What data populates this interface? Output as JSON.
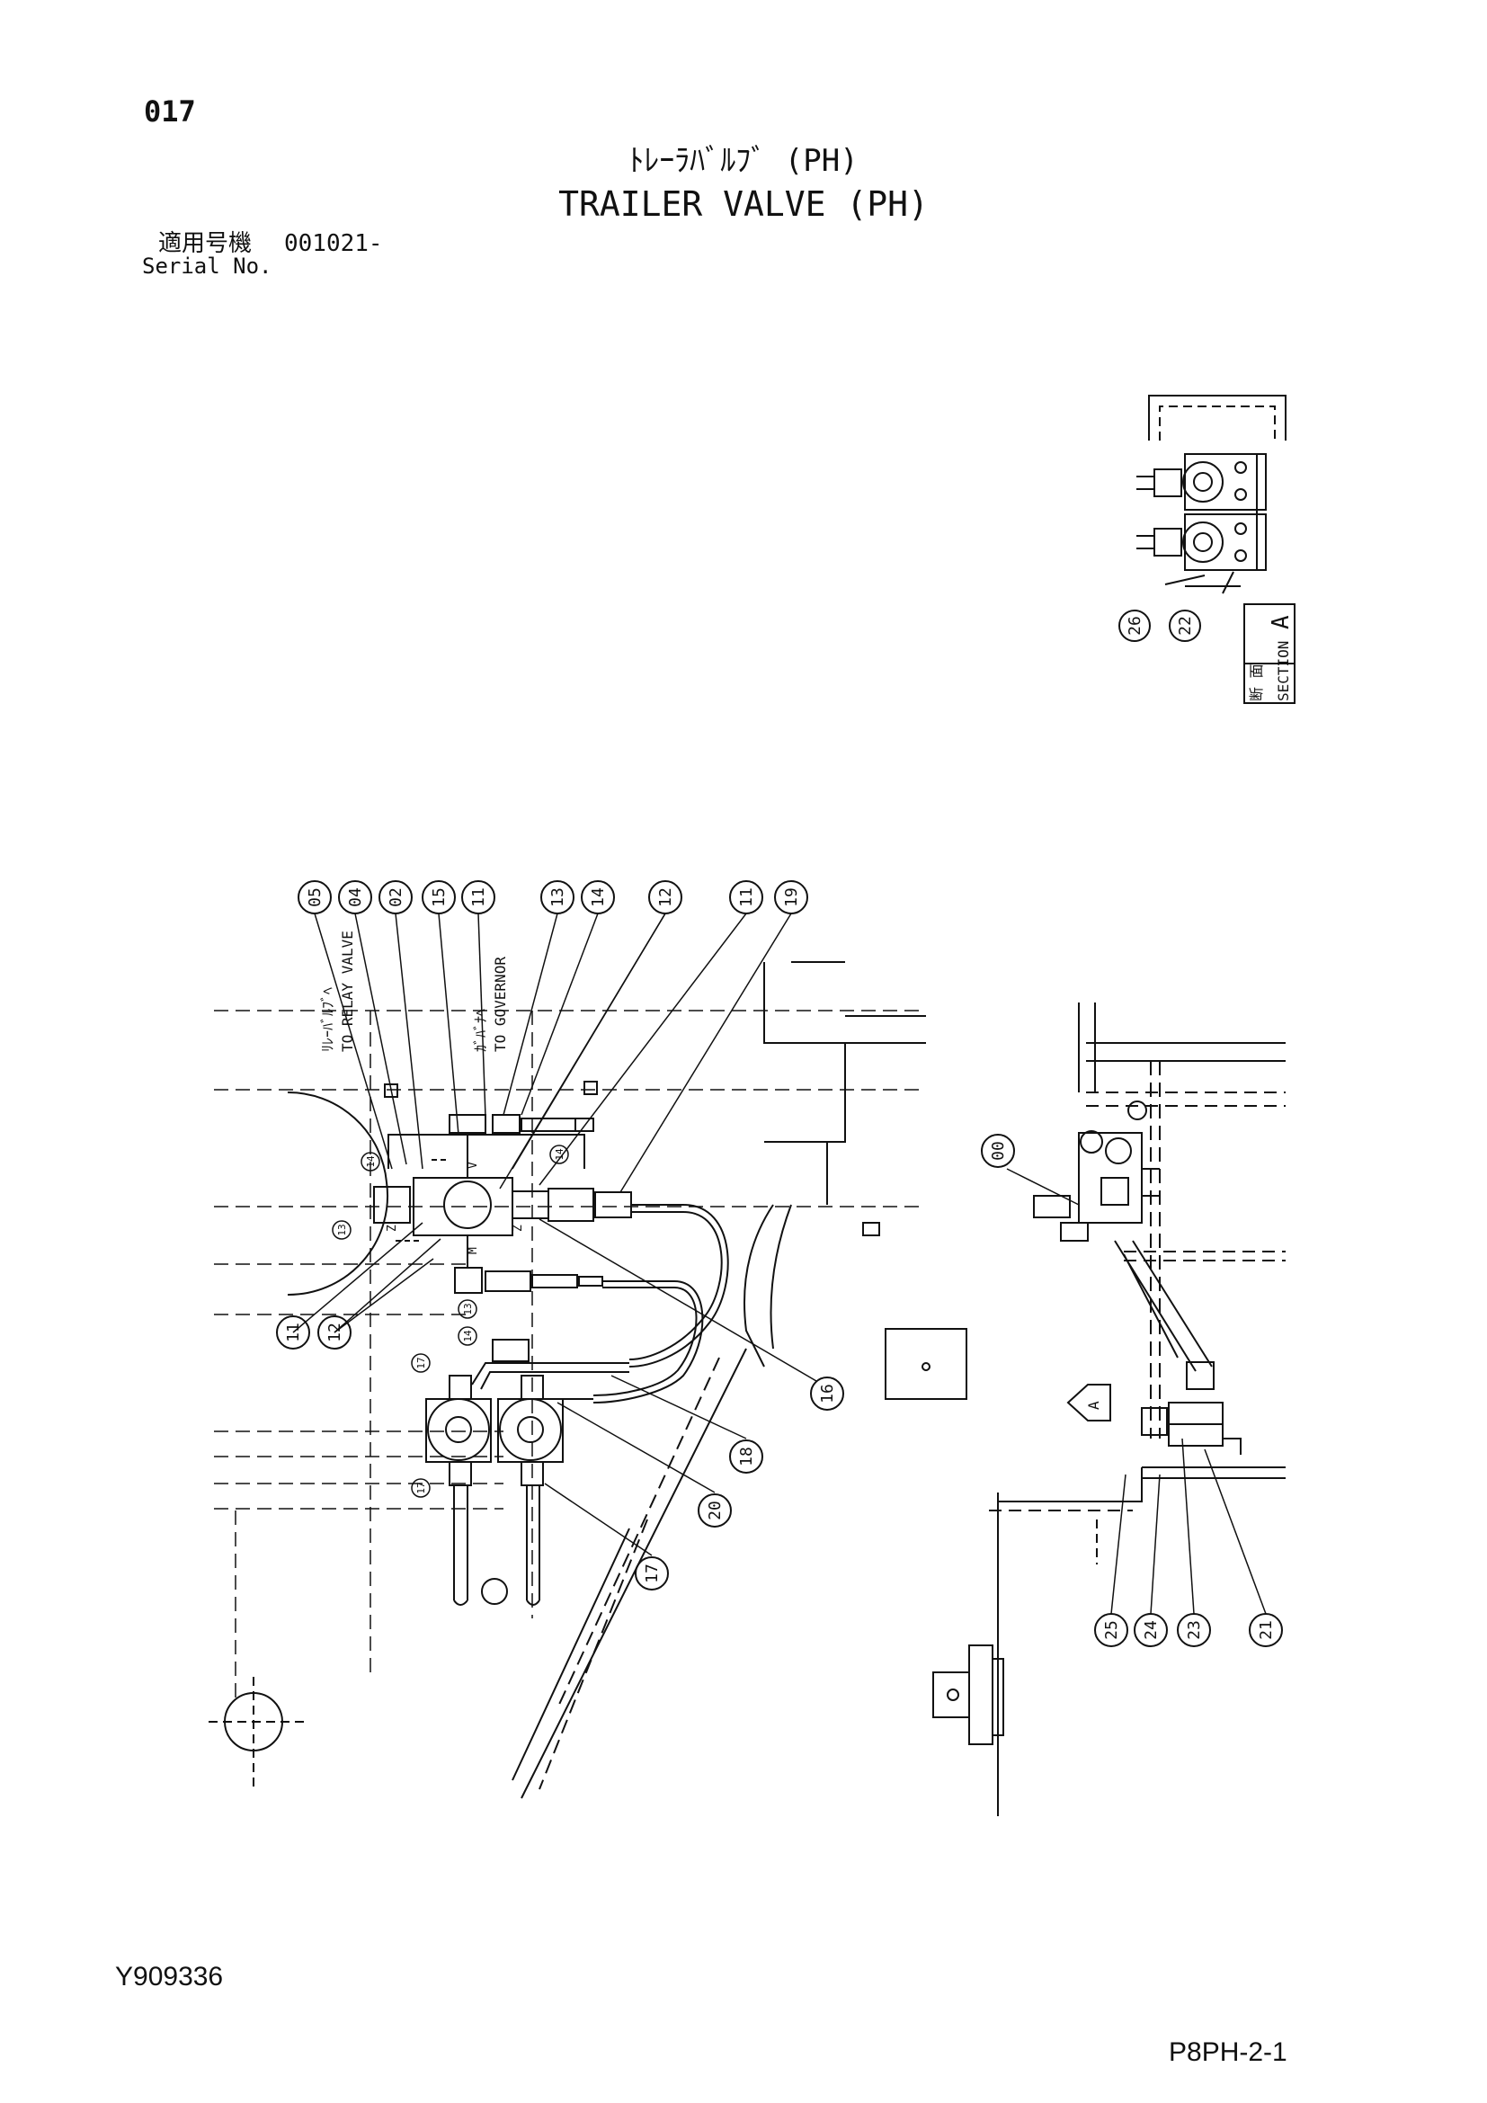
{
  "header": {
    "page_number": "017",
    "title_jp": "ﾄﾚｰﾗﾊﾞﾙﾌﾞ (PH)",
    "title_en": "TRAILER VALVE (PH)",
    "serial_label_jp": "適用号機",
    "serial_range": "001021-",
    "serial_label_en": "Serial No."
  },
  "footer": {
    "doc_code": "Y909336",
    "sheet_code": "P8PH-2-1"
  },
  "drawing": {
    "annotations": {
      "relay_valve_jp": "ﾘﾚｰﾊﾞﾙﾌﾞﾍ",
      "relay_valve_en": "TO RELAY VALVE",
      "governor_jp": "ｶﾞﾊﾞﾅﾍ",
      "governor_en": "TO GOVERNOR",
      "section_jp": "断 面",
      "section_en": "SECTION",
      "section_letter": "A",
      "view_arrow_letter": "A",
      "port_z1": "Z",
      "port_z2": "Z",
      "port_m": "M",
      "port_v": "V"
    },
    "callouts": {
      "c05": "05",
      "c04": "04",
      "c02": "02",
      "c15": "15",
      "c11a": "11",
      "c13a": "13",
      "c14a": "14",
      "c12a": "12",
      "c11b": "11",
      "c19": "19",
      "c11c": "11",
      "c12b": "12",
      "c16": "16",
      "c18": "18",
      "c20": "20",
      "c17a": "17",
      "c00": "00",
      "c21": "21",
      "c23": "23",
      "c24": "24",
      "c25": "25",
      "c26": "26",
      "c22": "22",
      "s14a": "14",
      "s13a": "13",
      "s14b": "14",
      "s13b": "13",
      "s14c": "14",
      "s17a": "17",
      "s17b": "17"
    }
  }
}
